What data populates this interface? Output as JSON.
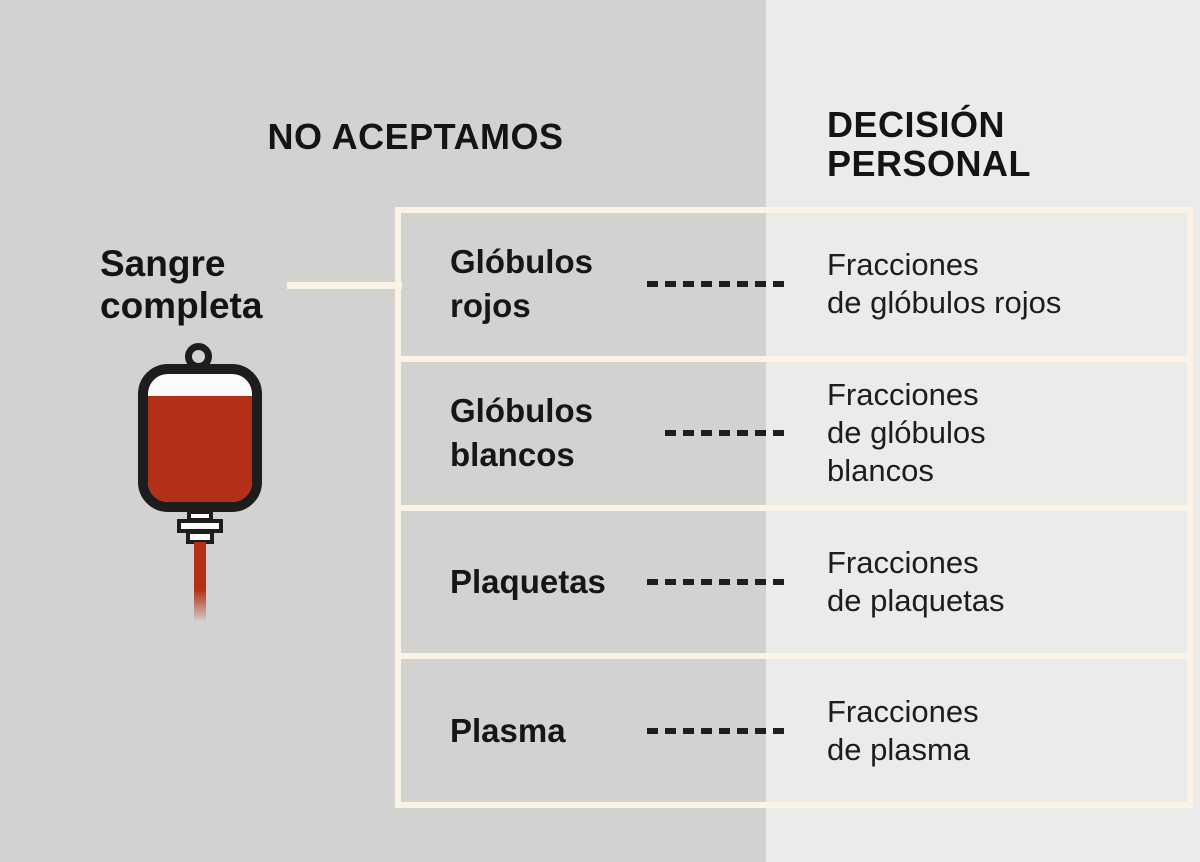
{
  "colors": {
    "left_background": "#d2d2d0",
    "right_background": "#ebebe9",
    "divider_cream": "#fbf4e6",
    "text": "#161616",
    "blood_red": "#b23017",
    "icon_outline": "#1d1d1b"
  },
  "headers": {
    "no_aceptamos": "NO ACEPTAMOS",
    "decision_line1": "DECISIÓN",
    "decision_line2": "PERSONAL"
  },
  "source": {
    "line1": "Sangre",
    "line2": "completa",
    "icon": "blood-bag-icon"
  },
  "rows": [
    {
      "label_lines": [
        "Glóbulos",
        "rojos"
      ],
      "fraction_lines": [
        "Fracciones",
        "de glóbulos rojos"
      ],
      "dash_count": 8
    },
    {
      "label_lines": [
        "Glóbulos",
        "blancos"
      ],
      "fraction_lines": [
        "Fracciones",
        "de glóbulos",
        "blancos"
      ],
      "dash_count": 7
    },
    {
      "label_lines": [
        "Plaquetas"
      ],
      "fraction_lines": [
        "Fracciones",
        "de plaquetas"
      ],
      "dash_count": 8
    },
    {
      "label_lines": [
        "Plasma"
      ],
      "fraction_lines": [
        "Fracciones",
        "de plasma"
      ],
      "dash_count": 8
    }
  ]
}
